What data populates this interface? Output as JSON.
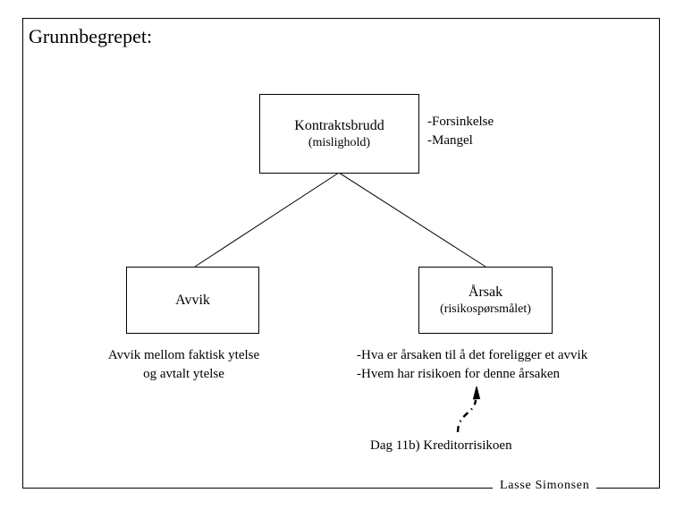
{
  "slide": {
    "title": "Grunnbegrepet:",
    "footer": "Lasse Simonsen"
  },
  "nodes": {
    "breach": {
      "line1": "Kontraktsbrudd",
      "line2": "(mislighold)"
    },
    "deviation": {
      "line1": "Avvik",
      "line2": ""
    },
    "cause": {
      "line1": "Årsak",
      "line2": "(risikospørsmålet)"
    }
  },
  "annotations": {
    "breach_types": {
      "line1": "-Forsinkelse",
      "line2": "-Mangel"
    },
    "deviation_desc": {
      "line1": "Avvik mellom faktisk ytelse",
      "line2": "og avtalt ytelse"
    },
    "cause_desc": {
      "line1": "-Hva er årsaken til å det foreligger et avvik",
      "line2": "-Hvem har risikoen for denne årsaken"
    },
    "reference": "Dag 11b) Kreditorrisikoen"
  },
  "colors": {
    "ink": "#000000",
    "paper": "#ffffff"
  }
}
